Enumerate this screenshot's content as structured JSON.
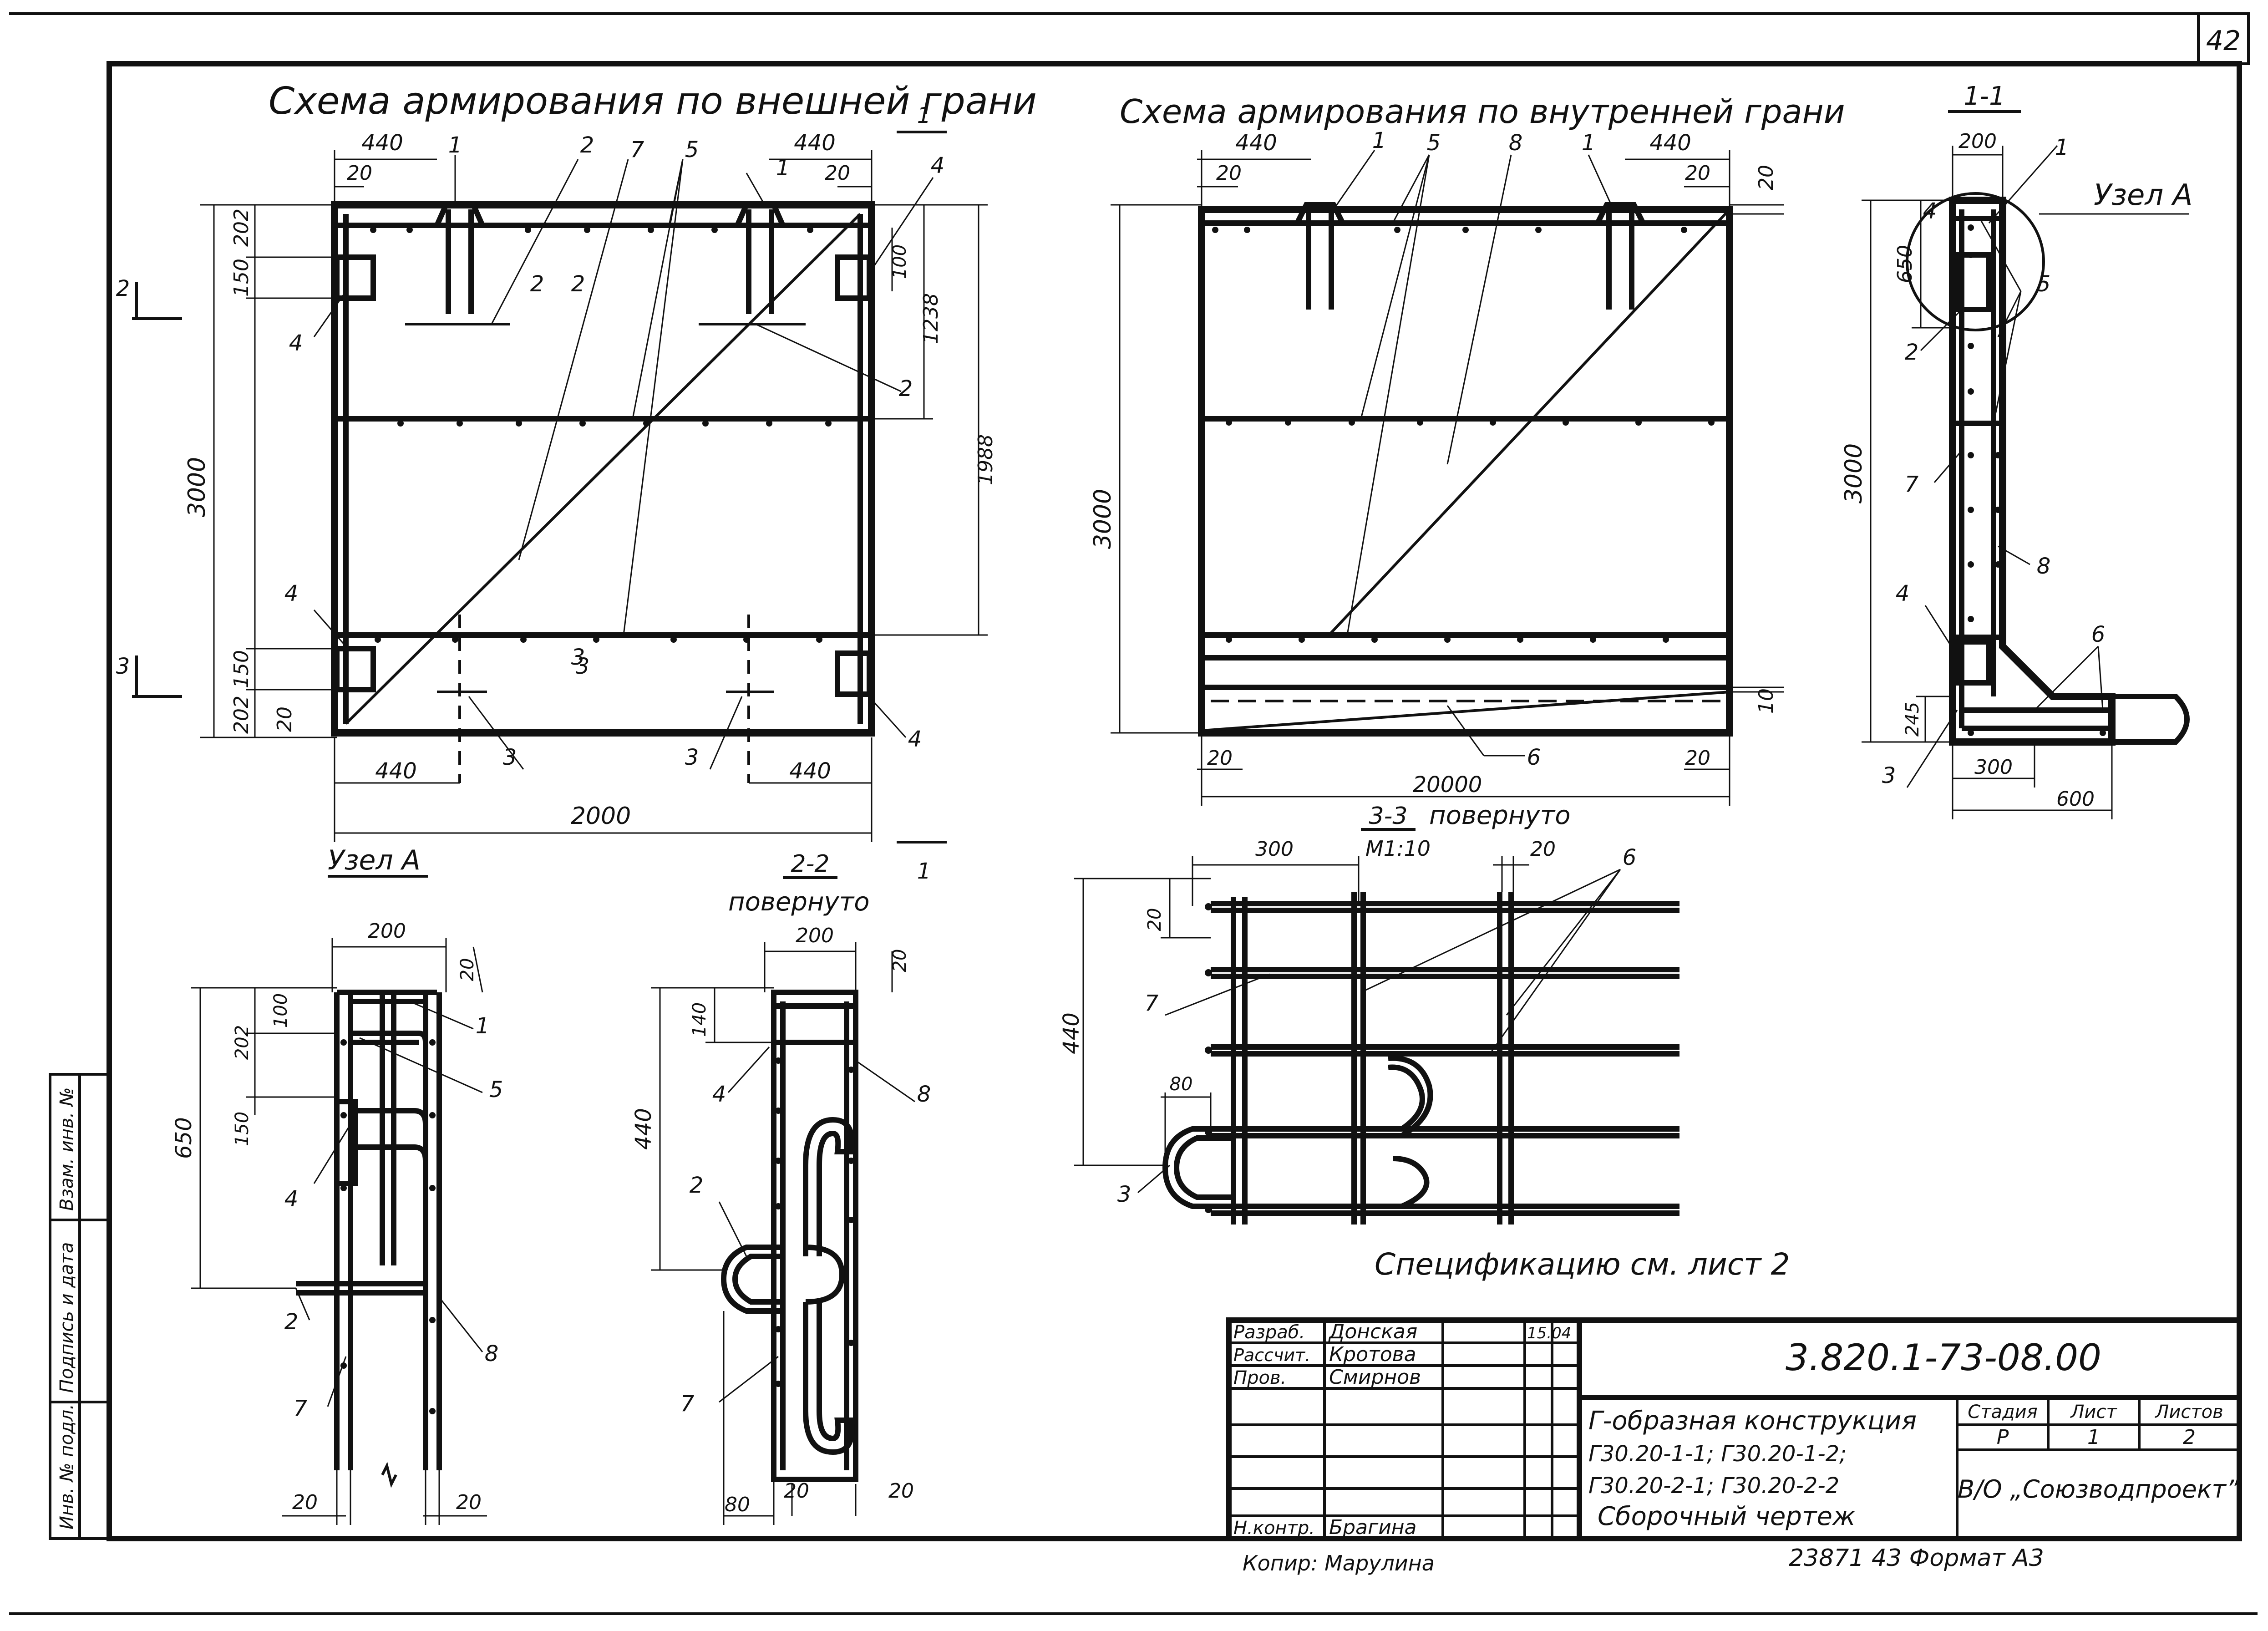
{
  "sheet": {
    "number": "42",
    "spec_note": "Спецификацию см. лист 2",
    "copier": "Копир: Марулина",
    "bottom_numbers": "23871   43   Формат А3"
  },
  "side_stamp": {
    "cells": [
      "Инв. № подл.",
      "Подпись и дата",
      "Взам. инв. №"
    ]
  },
  "views": {
    "outer": {
      "title": "Схема армирования по внешней грани",
      "dims": {
        "top_left": "440",
        "top_right": "440",
        "top_20a": "20",
        "top_20b": "20",
        "height": "3000",
        "d202": "202",
        "d150": "150",
        "d150b": "150",
        "d202b": "202",
        "d20": "20",
        "d100": "100",
        "d1238": "1238",
        "d1988": "1988",
        "bot_left": "440",
        "bot_right": "440",
        "width": "2000"
      },
      "callouts": [
        "1",
        "2",
        "7",
        "5",
        "1",
        "4",
        "2",
        "2",
        "4",
        "4",
        "4",
        "3",
        "3",
        "3"
      ],
      "section_marks": [
        "1",
        "1",
        "2",
        "2",
        "3",
        "3"
      ]
    },
    "inner": {
      "title": "Схема армирования по внутренней грани",
      "dims": {
        "top_left": "440",
        "top_right": "440",
        "d20a": "20",
        "d20b": "20",
        "d20c": "20",
        "height": "3000",
        "d10": "10",
        "bot20a": "20",
        "bot20b": "20",
        "width": "20000"
      },
      "callouts": [
        "1",
        "5",
        "8",
        "1",
        "6"
      ]
    },
    "section11": {
      "title": "1-1",
      "node_label": "Узел А",
      "dims": {
        "d200": "200",
        "d650": "650",
        "d3000": "3000",
        "d245": "245",
        "d300": "300",
        "d600": "600"
      },
      "callouts": [
        "1",
        "4",
        "5",
        "2",
        "7",
        "8",
        "4",
        "6",
        "3"
      ]
    },
    "nodeA": {
      "title": "Узел А",
      "dims": {
        "d200": "200",
        "d20": "20",
        "d650": "650",
        "d100": "100",
        "d202": "202",
        "d150": "150",
        "bot20a": "20",
        "bot20b": "20"
      },
      "callouts": [
        "1",
        "5",
        "4",
        "2",
        "8",
        "7"
      ]
    },
    "section22": {
      "title": "2-2",
      "subtitle": "повернуто",
      "dims": {
        "d200": "200",
        "d20": "20",
        "d140": "140",
        "d440": "440",
        "d80": "80",
        "bot20a": "20",
        "bot20b": "20"
      },
      "callouts": [
        "4",
        "8",
        "2",
        "7"
      ]
    },
    "section33": {
      "title": "3-3",
      "subtitle": "повернуто",
      "scale": "М1:10",
      "dims": {
        "d300": "300",
        "d20": "20",
        "d20b": "20",
        "d440": "440",
        "d80": "80"
      },
      "callouts": [
        "6",
        "7",
        "3"
      ]
    }
  },
  "title_block": {
    "doc_code": "3.820.1-73-08.00",
    "title_lines": [
      "Г-образная конструкция",
      "Г30.20-1-1; Г30.20-1-2;",
      "Г30.20-2-1; Г30.20-2-2",
      "Сборочный чертеж"
    ],
    "rows": [
      {
        "role": "Разраб.",
        "name": "Донская",
        "date": "15.04"
      },
      {
        "role": "Рассчит.",
        "name": "Кротова",
        "date": ""
      },
      {
        "role": "Пров.",
        "name": "Смирнов",
        "date": ""
      },
      {
        "role": "",
        "name": "",
        "date": ""
      },
      {
        "role": "",
        "name": "",
        "date": ""
      },
      {
        "role": "",
        "name": "",
        "date": ""
      },
      {
        "role": "Н.контр.",
        "name": "Брагина",
        "date": ""
      }
    ],
    "stage_header": "Стадия",
    "sheet_header": "Лист",
    "sheets_header": "Листов",
    "stage": "Р",
    "sheet": "1",
    "sheets": "2",
    "org": "В/О „Союзводпроект”"
  }
}
